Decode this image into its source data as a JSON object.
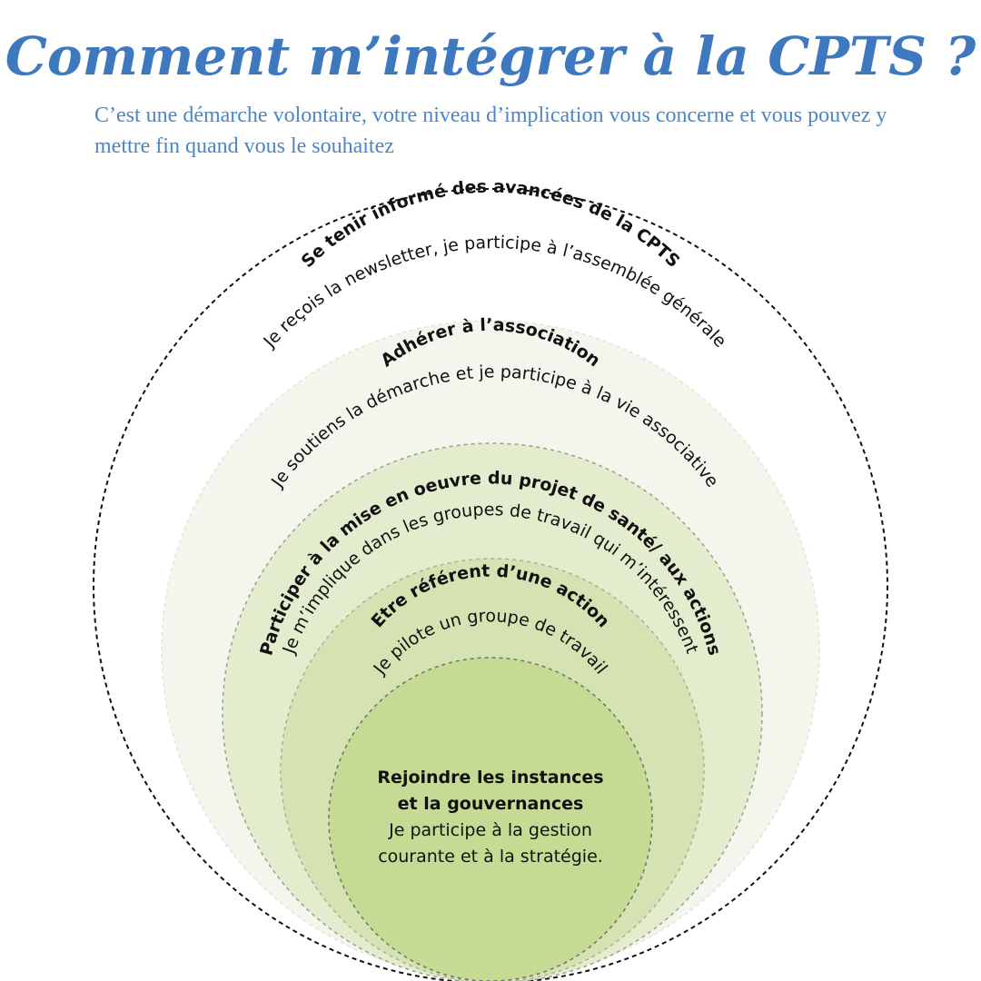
{
  "title": "Comment m’intégrer à la CPTS ?",
  "subtitle": "C’est une démarche volontaire, votre niveau d’implication vous concerne et vous pouvez y mettre fin quand vous le souhaitez",
  "levels": [
    {
      "heading": "Se tenir informé des avancées de la CPTS",
      "text": "Je reçois la newsletter, je participe à l’assemblée générale",
      "fill": "#ffffff",
      "border": "dashed-black"
    },
    {
      "heading": "Adhérer à l’association",
      "text": "Je soutiens la démarche et je participe à la vie associative",
      "fill": "#f4f5ec"
    },
    {
      "heading": "Participer à la mise en oeuvre du projet de santé/ aux actions",
      "text": "Je m’implique dans les groupes de travail qui m’intéressent",
      "fill": "#e4ecce"
    },
    {
      "heading": "Etre référent d’une action",
      "text": "Je pilote un groupe de travail",
      "fill": "#d5e3b3"
    },
    {
      "heading": "Rejoindre les instances et la gouvernances",
      "text": "Je participe à la gestion courante et à la stratégie.",
      "fill": "#c5db94"
    }
  ],
  "colors": {
    "title": "#3e79bf",
    "subtitle": "#4a86c8",
    "text": "#111111"
  }
}
